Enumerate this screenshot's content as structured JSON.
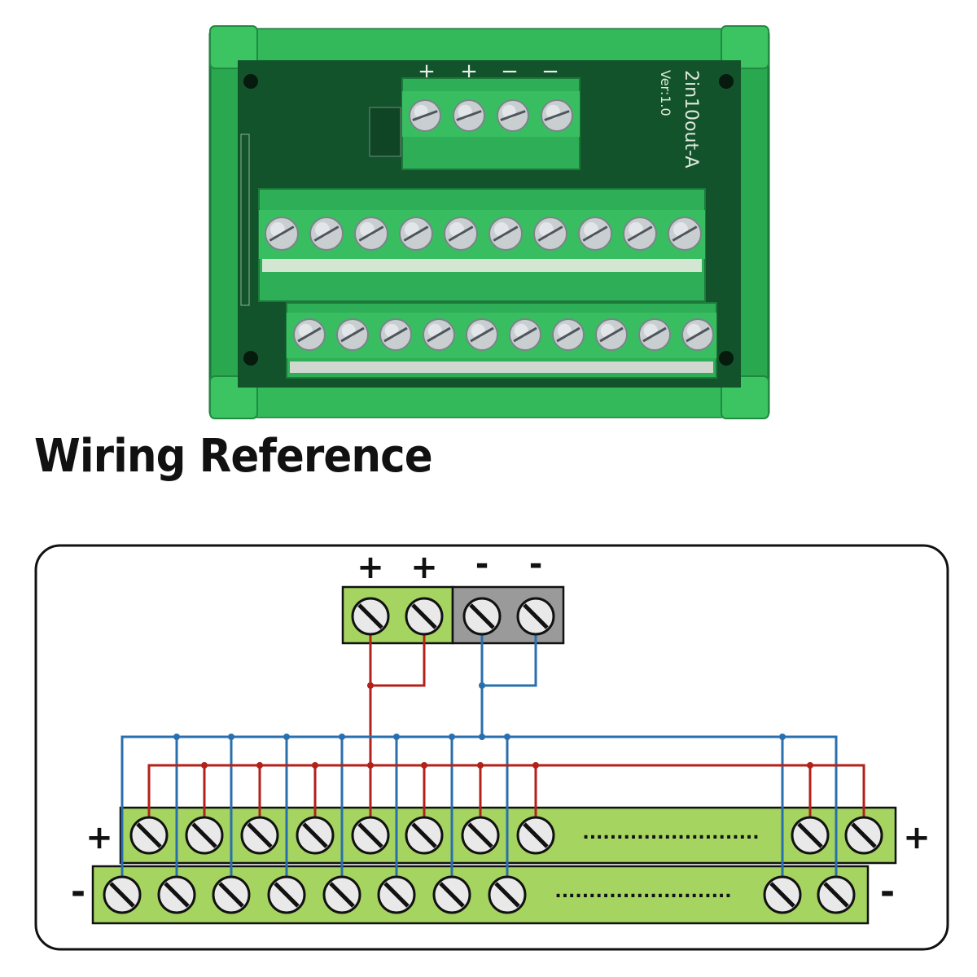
{
  "product": {
    "board_name": "2in10out-A",
    "version": "Ver:1.0",
    "input_signs": [
      "+",
      "+",
      "−",
      "−"
    ]
  },
  "heading": "Wiring Reference",
  "diagram": {
    "input_signs": [
      "+",
      "+",
      "-",
      "-"
    ],
    "plus_rail_sign_left": "+",
    "plus_rail_sign_right": "+",
    "minus_rail_sign_left": "-",
    "minus_rail_sign_right": "-",
    "continuation": "..........................",
    "colors": {
      "positive_wire": "#b3211b",
      "negative_wire": "#2a6fad",
      "terminal_green": "#a6d460",
      "negative_input_block": "#9a9a9a",
      "board_green": "#27a04d"
    }
  }
}
